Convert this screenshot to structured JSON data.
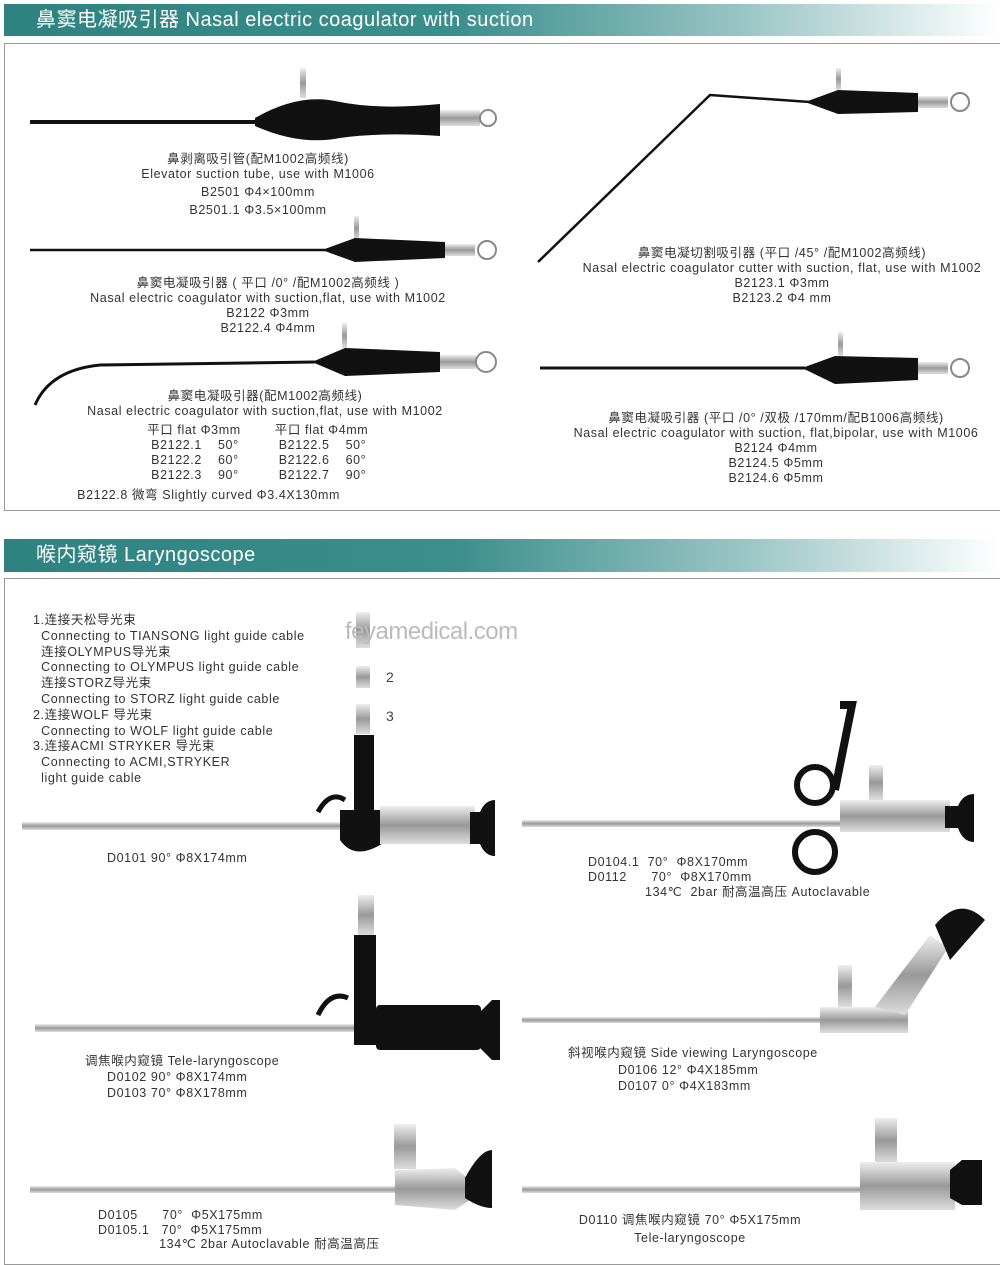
{
  "sections": [
    {
      "title": "鼻窦电凝吸引器  Nasal electric coagulator with suction"
    },
    {
      "title": "喉内窥镜 Laryngoscope"
    }
  ],
  "nasal": {
    "elevator": {
      "cn": "鼻剥离吸引管(配M1002高频线)",
      "en": "Elevator suction tube, use with M1006",
      "models": [
        "B2501  Φ4×100mm",
        "B2501.1 Φ3.5×100mm"
      ]
    },
    "flat0": {
      "cn": "鼻窦电凝吸引器 ( 平口 /0° /配M1002高频线 )",
      "en": "Nasal electric coagulator with suction,flat, use with M1002",
      "models": [
        "B2122 Φ3mm",
        "B2122.4 Φ4mm"
      ]
    },
    "curved": {
      "cn": "鼻窦电凝吸引器(配M1002高频线)",
      "en": "Nasal electric coagulator with suction,flat, use with M1002",
      "col1_head": "平口 flat Φ3mm",
      "col2_head": "平口 flat  Φ4mm",
      "col1": [
        [
          "B2122.1",
          "50°"
        ],
        [
          "B2122.2",
          "60°"
        ],
        [
          "B2122.3",
          "90°"
        ]
      ],
      "col2": [
        [
          "B2122.5",
          "50°"
        ],
        [
          "B2122.6",
          "60°"
        ],
        [
          "B2122.7",
          "90°"
        ]
      ],
      "extra": "B2122.8  微弯 Slightly curved  Φ3.4X130mm"
    },
    "cutter": {
      "cn": "鼻窦电凝切割吸引器 (平口 /45° /配M1002高频线)",
      "en": "Nasal electric coagulator cutter with suction, flat, use with M1002",
      "models": [
        "B2123.1  Φ3mm",
        "B2123.2  Φ4 mm"
      ]
    },
    "bipolar": {
      "cn": "鼻窦电凝吸引器 (平口 /0° /双极 /170mm/配B1006高频线)",
      "en": "Nasal electric coagulator with suction, flat,bipolar, use with M1006",
      "models": [
        "B2124    Φ4mm",
        "B2124.5 Φ5mm",
        "B2124.6 Φ5mm"
      ]
    }
  },
  "laryngo": {
    "notes": [
      "1.连接天松导光束",
      "  Connecting to TIANSONG light guide cable",
      "  连接OLYMPUS导光束",
      "  Connecting to OLYMPUS light guide cable",
      "  连接STORZ导光束",
      "  Connecting to STORZ light guide cable",
      "2.连接WOLF 导光束",
      "  Connecting to WOLF light guide cable",
      "3.连接ACMI STRYKER 导光束",
      "  Connecting to ACMI,STRYKER",
      "  light guide cable"
    ],
    "watermark": "feyamedical.com",
    "adapter_labels": [
      "2",
      "3"
    ],
    "d0101": "D0101  90°  Φ8X174mm",
    "d0104": [
      "D0104.1  70°  Φ8X170mm",
      "D0112      70°  Φ8X170mm",
      "              134℃  2bar 耐高温高压 Autoclavable"
    ],
    "tele": [
      "调焦喉内窥镜 Tele-laryngoscope",
      "D0102  90°  Φ8X174mm",
      "D0103  70°  Φ8X178mm"
    ],
    "side": [
      "斜视喉内窥镜  Side viewing Laryngoscope",
      "D0106  12°  Φ4X185mm",
      "D0107    0°  Φ4X183mm"
    ],
    "d0105": [
      "D0105      70°  Φ5X175mm",
      "D0105.1   70°  Φ5X175mm",
      "               134℃ 2bar Autoclavable 耐高温高压"
    ],
    "d0110": [
      "D0110 调焦喉内窥镜 70°  Φ5X175mm",
      "Tele-laryngoscope"
    ]
  },
  "colors": {
    "header": "#2e8380",
    "instrument": "#111111",
    "metal": "#b8b8b8"
  }
}
